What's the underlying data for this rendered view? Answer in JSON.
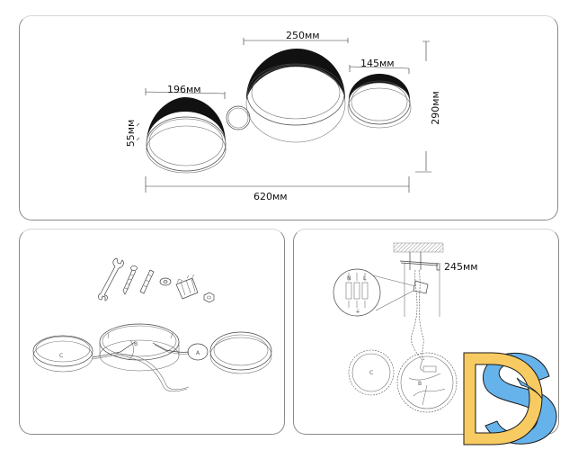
{
  "panels": {
    "dimensions": {
      "width_large": "250мм",
      "width_medium": "196мм",
      "width_small": "145мм",
      "height_ring": "55мм",
      "total_height": "290мм",
      "total_width": "620мм"
    },
    "parts": {
      "items": [
        "wrench",
        "screw",
        "wall-plug",
        "washer",
        "terminal-block",
        "hex-nut"
      ],
      "ring_labels": [
        "C",
        "B",
        "A"
      ]
    },
    "installation": {
      "drop_length": "245мм",
      "terminal_labels": [
        "N",
        "⏚",
        "L"
      ],
      "ring_labels": [
        "C",
        "B"
      ]
    }
  },
  "logo": {
    "letters": "DS",
    "colors": {
      "d_fill": "#F8CB62",
      "s_fill": "#66B3EC",
      "outline": "#1a1a1a"
    }
  }
}
